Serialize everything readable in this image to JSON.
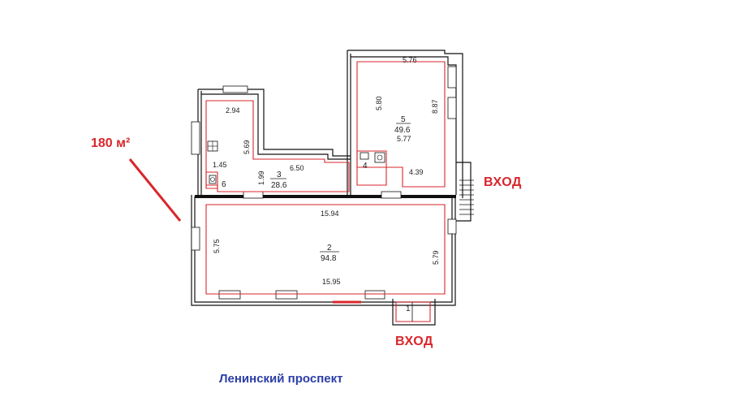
{
  "labels": {
    "total_area": "180 м²",
    "entrance_right": "ВХОД",
    "entrance_bottom": "ВХОД",
    "street": "Ленинский проспект"
  },
  "colors": {
    "accent_red": "#d9262b",
    "street_blue": "#2b3ea8",
    "walls": "#111111"
  },
  "rooms": {
    "r1": {
      "number": "1"
    },
    "r2": {
      "number": "2",
      "area": "94.8"
    },
    "r3": {
      "number": "3",
      "area": "28.6"
    },
    "r4": {
      "number": "4"
    },
    "r5": {
      "number": "5",
      "area": "49.6"
    },
    "r6": {
      "number": "6"
    }
  },
  "dimensions": {
    "d576": "5.76",
    "d580": "5.80",
    "d887": "8.87",
    "d577": "5.77",
    "d439": "4.39",
    "d294": "2.94",
    "d569": "5.69",
    "d145": "1.45",
    "d199": "1.99",
    "d650": "6.50",
    "d1594": "15.94",
    "d575": "5.75",
    "d579": "5.79",
    "d1595": "15.95"
  }
}
